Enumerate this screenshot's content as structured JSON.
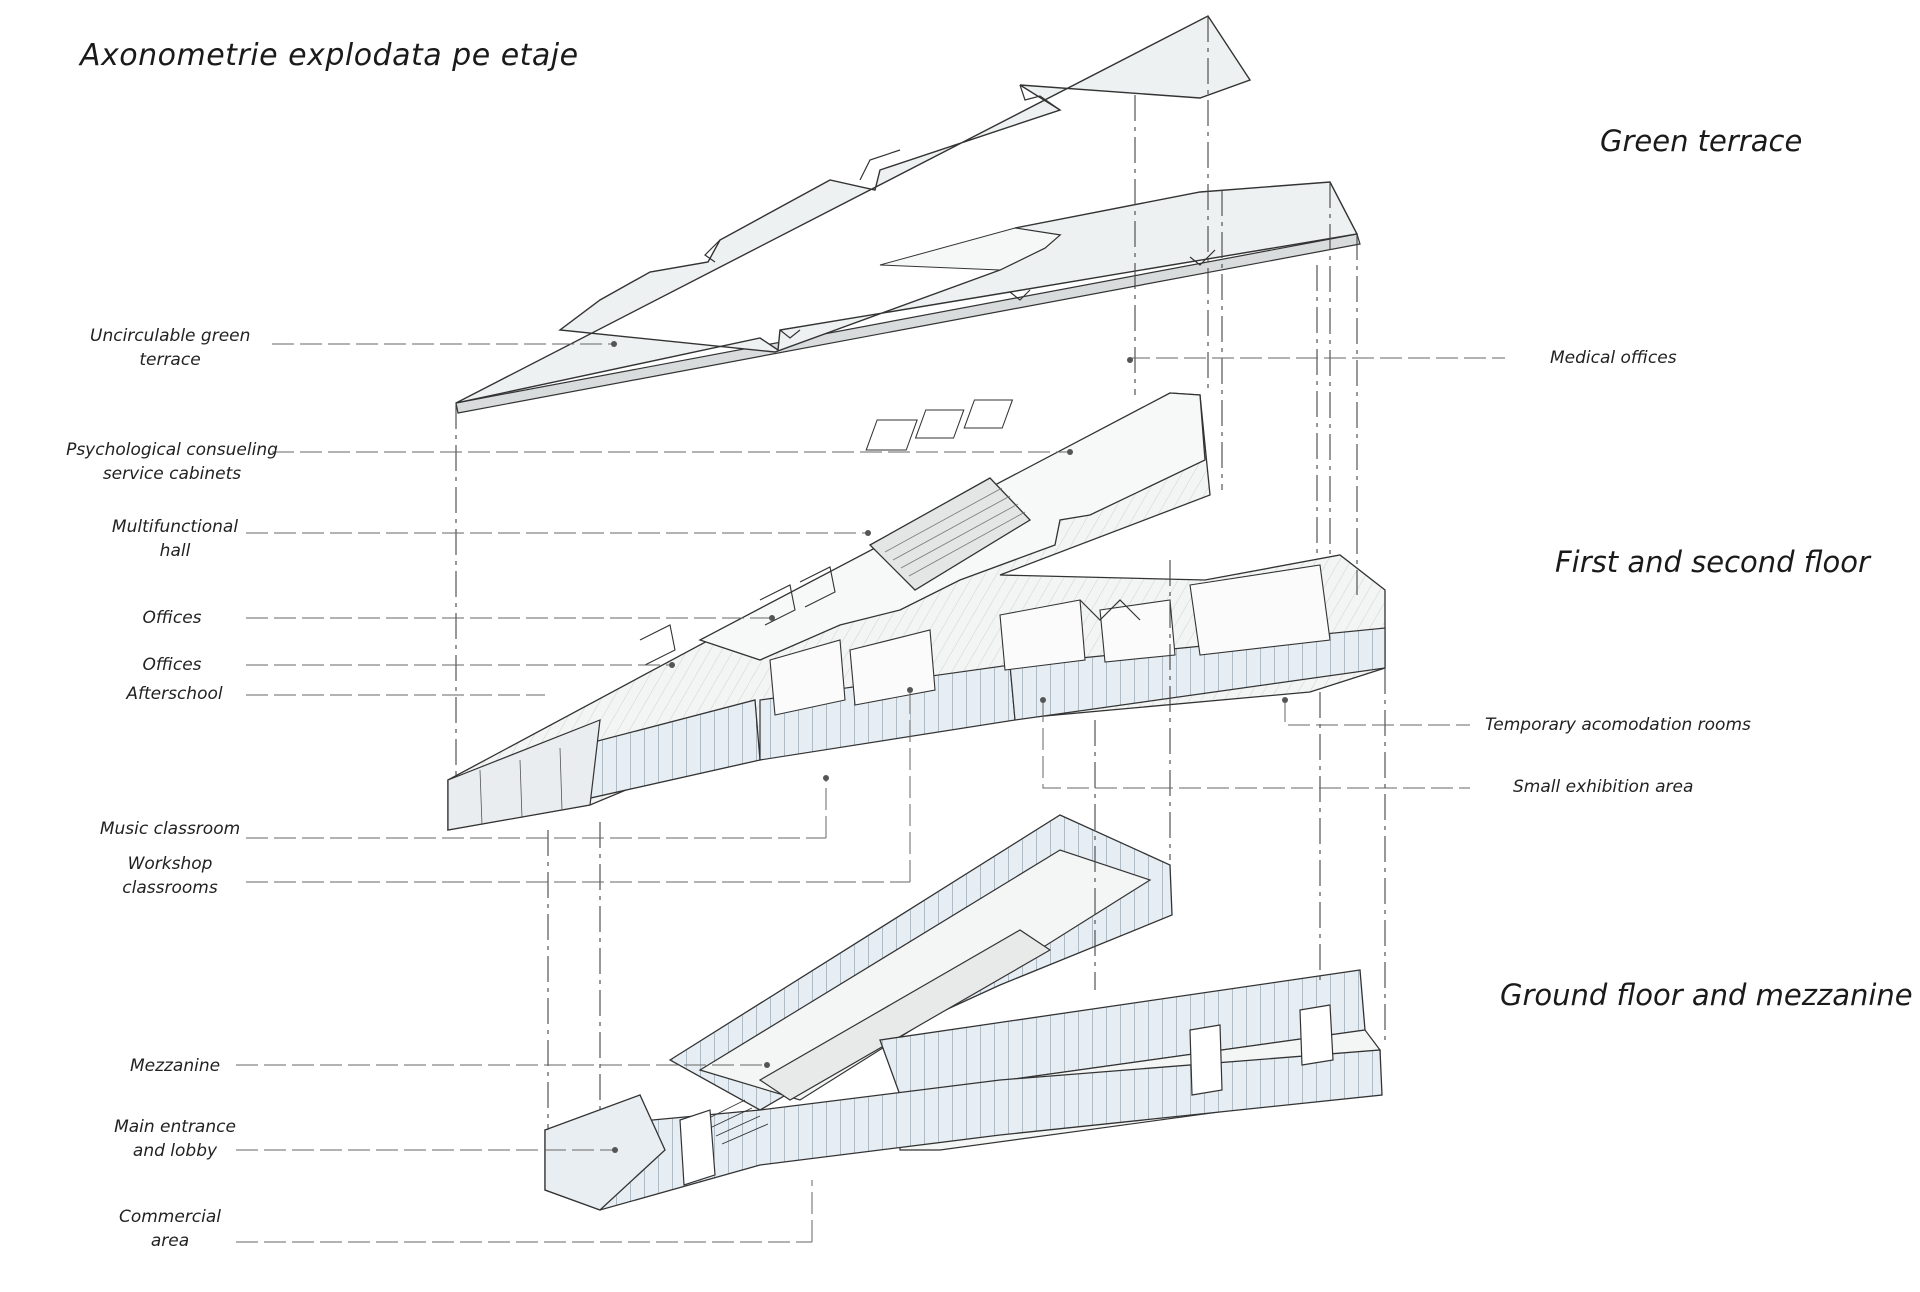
{
  "title": "Axonometrie explodata pe etaje",
  "levels": {
    "terrace": "Green terrace",
    "first_second": "First and second floor",
    "ground": "Ground floor and mezzanine"
  },
  "labels_left": {
    "green_terrace_l1": "Uncirculable green",
    "green_terrace_l2": "terrace",
    "psych_l1": "Psychological consueling",
    "psych_l2": "service cabinets",
    "multi_l1": "Multifunctional",
    "multi_l2": "hall",
    "offices_1": "Offices",
    "offices_2": "Offices",
    "afterschool": "Afterschool",
    "music": "Music classroom",
    "workshop_l1": "Workshop",
    "workshop_l2": "classrooms",
    "mezzanine": "Mezzanine",
    "entrance_l1": "Main entrance",
    "entrance_l2": "and lobby",
    "commercial_l1": "Commercial",
    "commercial_l2": "area"
  },
  "labels_right": {
    "medical": "Medical offices",
    "temporary": "Temporary acomodation rooms",
    "exhibition": "Small exhibition area"
  },
  "colors": {
    "line": "#333333",
    "glass": "#dfeaf2",
    "slab": "#eef1f1",
    "leader": "#555555"
  }
}
